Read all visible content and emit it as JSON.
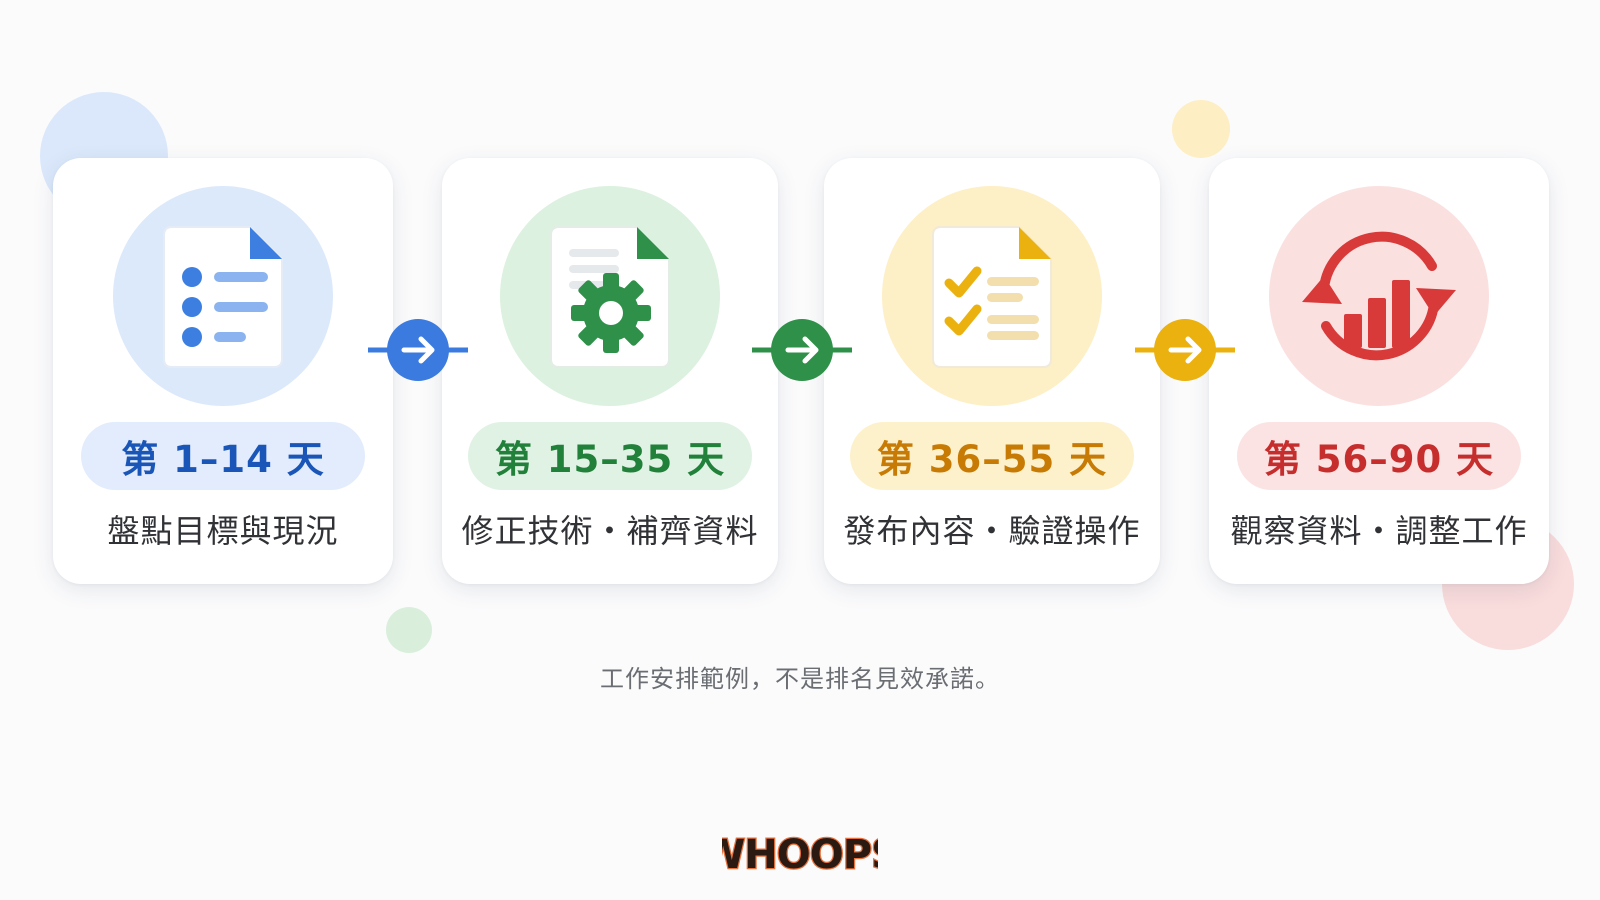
{
  "steps": [
    {
      "range": "第 1–14 天",
      "description": "盤點目標與現況",
      "icon": "document-list-icon",
      "color": "#1a56b8",
      "light": "#dce9fb",
      "pill": "#e2ecfc"
    },
    {
      "range": "第 15–35 天",
      "description": "修正技術・補齊資料",
      "icon": "document-gear-icon",
      "color": "#21803a",
      "light": "#dcf1df",
      "pill": "#e0f2e3"
    },
    {
      "range": "第 36–55 天",
      "description": "發布內容・驗證操作",
      "icon": "document-checklist-icon",
      "color": "#c77a04",
      "light": "#fdefc6",
      "pill": "#fdf1cc"
    },
    {
      "range": "第 56–90 天",
      "description": "觀察資料・調整工作",
      "icon": "chart-refresh-icon",
      "color": "#c62e2e",
      "light": "#fbe0e0",
      "pill": "#fbe3e3"
    }
  ],
  "connectors": [
    {
      "icon": "arrow-right-icon",
      "color": "#3b7bdf"
    },
    {
      "icon": "arrow-right-icon",
      "color": "#2f9149"
    },
    {
      "icon": "arrow-right-icon",
      "color": "#eab10f"
    }
  ],
  "footnote": "工作安排範例，不是排名見效承諾。",
  "logo": "WHOOPS"
}
